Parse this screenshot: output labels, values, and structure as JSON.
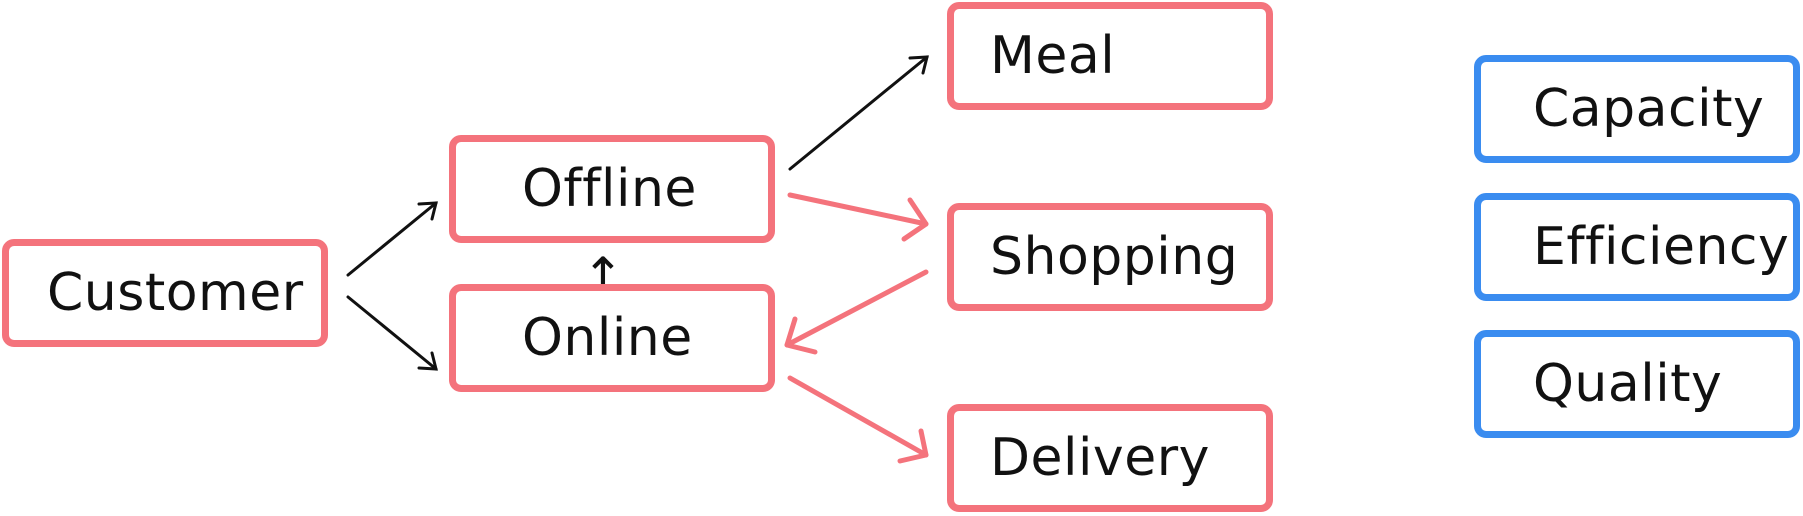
{
  "diagram": {
    "nodes": {
      "customer": "Customer",
      "offline": "Offline",
      "online": "Online",
      "meal": "Meal",
      "shopping": "Shopping",
      "delivery": "Delivery",
      "capacity": "Capacity",
      "efficiency": "Efficiency",
      "quality": "Quality"
    },
    "up_arrow_glyph": "↑",
    "colors": {
      "process_border": "#f4737c",
      "metric_border": "#3a8cf0",
      "primary_arrow": "#111111",
      "secondary_arrow": "#f4737c"
    },
    "edges": [
      {
        "from": "Customer",
        "to": "Offline",
        "style": "black"
      },
      {
        "from": "Customer",
        "to": "Online",
        "style": "black"
      },
      {
        "from": "Online",
        "to": "Offline",
        "style": "black"
      },
      {
        "from": "Offline",
        "to": "Meal",
        "style": "black"
      },
      {
        "from": "Offline",
        "to": "Shopping",
        "style": "red"
      },
      {
        "from": "Shopping",
        "to": "Online",
        "style": "red"
      },
      {
        "from": "Online",
        "to": "Delivery",
        "style": "red"
      }
    ]
  }
}
